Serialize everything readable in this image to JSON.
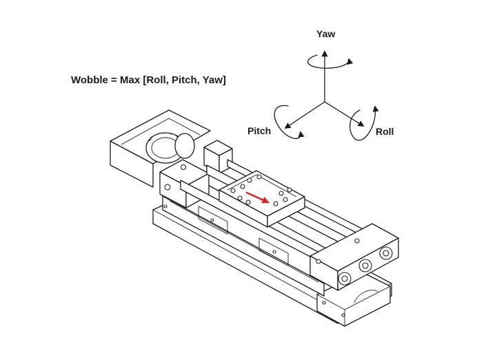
{
  "formula": "Wobble = Max [Roll, Pitch, Yaw]",
  "axes": {
    "yaw": "Yaw",
    "pitch": "Pitch",
    "roll": "Roll"
  },
  "colors": {
    "line": "#1a1a1a",
    "motion_arrow": "#d42a2a",
    "background": "#ffffff"
  },
  "icons": {
    "stage": "linear-stage-drawing",
    "motion": "red-motion-arrow",
    "axes": "rotation-axes-triad"
  }
}
